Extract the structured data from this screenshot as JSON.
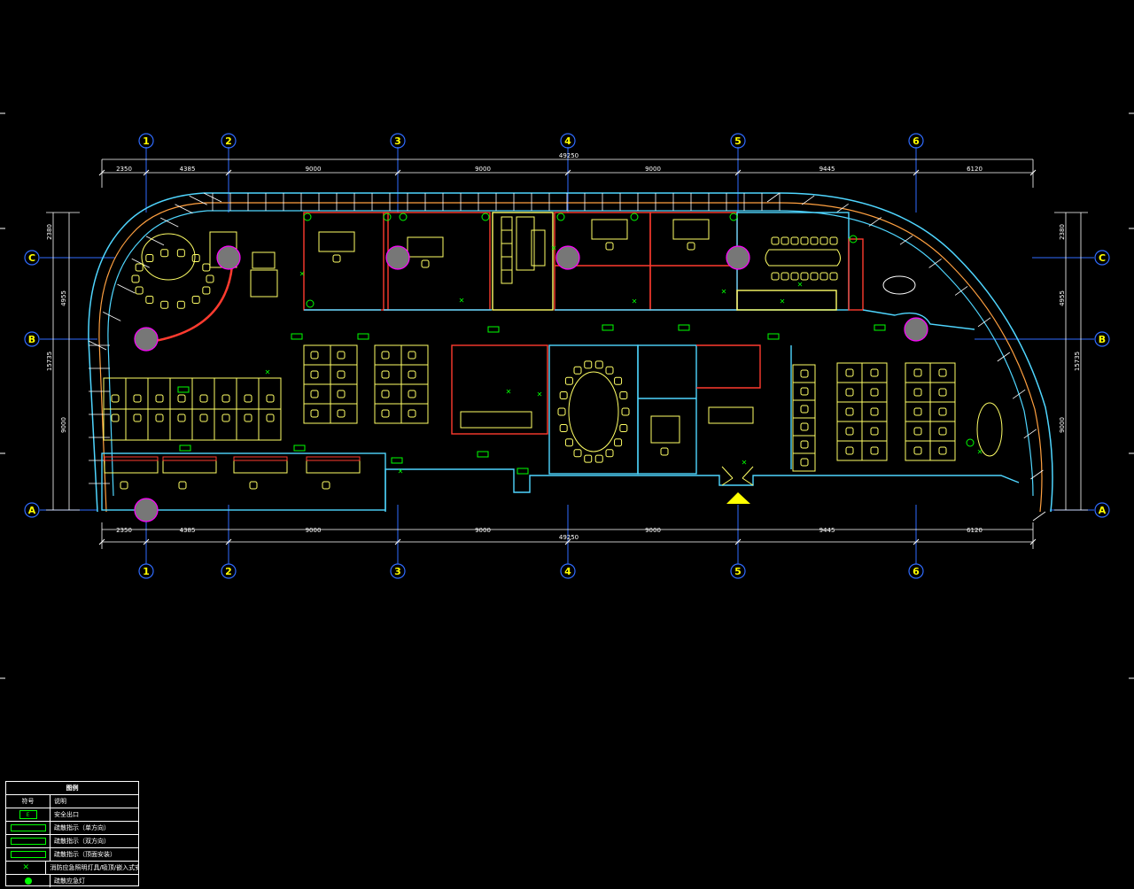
{
  "drawing": {
    "grid_columns": [
      "1",
      "2",
      "3",
      "4",
      "5",
      "6"
    ],
    "grid_rows": [
      "C",
      "B",
      "A"
    ],
    "top_dimensions": [
      "2350",
      "4385",
      "9000",
      "9000",
      "9000",
      "9445",
      "6120"
    ],
    "bottom_dimensions": [
      "2350",
      "4385",
      "9000",
      "9000",
      "9000",
      "9445",
      "6120"
    ],
    "total_dimension": "49250",
    "left_dimensions": [
      "2380",
      "4955",
      "9000"
    ],
    "left_total": "15735",
    "right_dimensions": [
      "2380",
      "4955",
      "9000"
    ],
    "right_total": "15735"
  },
  "legend": {
    "title": "图例",
    "col_symbol": "符号",
    "col_desc": "说明",
    "rows": [
      {
        "icon": "exit-sign-icon",
        "symbol": "E",
        "desc": "安全出口"
      },
      {
        "icon": "single-arrow-icon",
        "symbol": "",
        "desc": "疏散指示（单方向）"
      },
      {
        "icon": "double-arrow-icon",
        "symbol": "",
        "desc": "疏散指示（双方向）"
      },
      {
        "icon": "ceiling-arrow-icon",
        "symbol": "",
        "desc": "疏散指示（顶面安装）"
      },
      {
        "icon": "emergency-light-icon",
        "symbol": "",
        "desc": "消防应急照明灯具/吸顶/嵌入式安装"
      },
      {
        "icon": "spotlight-icon",
        "symbol": "",
        "desc": "疏散应急灯"
      }
    ]
  },
  "colors": {
    "background": "#000000",
    "wall_yellow": "#ffff66",
    "wall_red": "#ff3b2f",
    "wall_cyan": "#4fd6ff",
    "dimension": "#ffffff",
    "grid_axis": "#2f6bff",
    "column": "#777777",
    "column_outline": "#ff00ff",
    "evacuation": "#00ff00",
    "entrance_marker": "#ffff00"
  }
}
